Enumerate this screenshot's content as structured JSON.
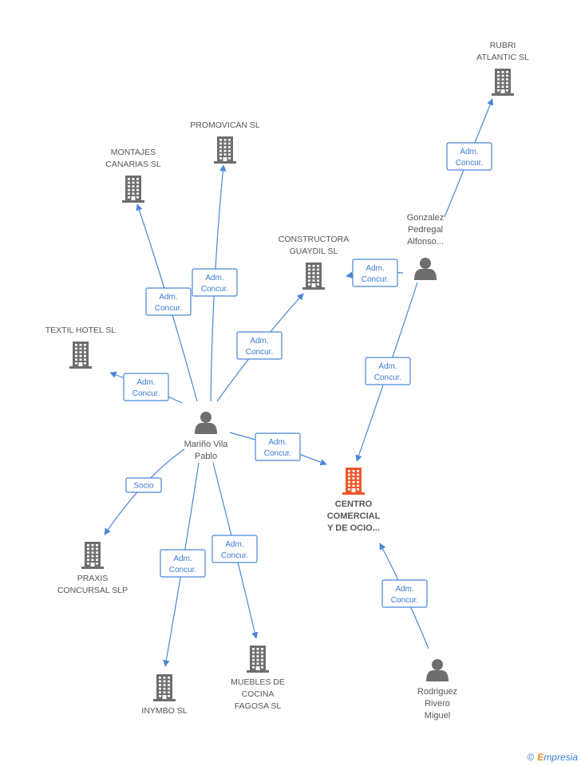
{
  "colors": {
    "edge": "#4a86d6",
    "building": "#6e6e6e",
    "building_main": "#f0572a",
    "person": "#6e6e6e"
  },
  "nodes": [
    {
      "id": "rubri",
      "kind": "company",
      "icon": "building-icon",
      "label": [
        "RUBRI",
        "ATLANTIC SL"
      ]
    },
    {
      "id": "promovican",
      "kind": "company",
      "icon": "building-icon",
      "label": [
        "PROMOVICAN SL"
      ]
    },
    {
      "id": "montajes",
      "kind": "company",
      "icon": "building-icon",
      "label": [
        "MONTAJES",
        "CANARIAS SL"
      ]
    },
    {
      "id": "constructora",
      "kind": "company",
      "icon": "building-icon",
      "label": [
        "CONSTRUCTORA",
        "GUAYDIL SL"
      ]
    },
    {
      "id": "textil",
      "kind": "company",
      "icon": "building-icon",
      "label": [
        "TEXTIL HOTEL SL"
      ]
    },
    {
      "id": "gonzalez",
      "kind": "person",
      "icon": "person-icon",
      "label": [
        "Gonzalez",
        "Pedregal",
        "Alfonso..."
      ]
    },
    {
      "id": "marino",
      "kind": "person",
      "icon": "person-icon",
      "label": [
        "Mariño Vila",
        "Pablo"
      ]
    },
    {
      "id": "centro",
      "kind": "main",
      "icon": "building-icon",
      "label": [
        "CENTRO",
        "COMERCIAL",
        "Y DE OCIO..."
      ]
    },
    {
      "id": "praxis",
      "kind": "company",
      "icon": "building-icon",
      "label": [
        "PRAXIS",
        "CONCURSAL  SLP"
      ]
    },
    {
      "id": "inymbo",
      "kind": "company",
      "icon": "building-icon",
      "label": [
        "INYMBO SL"
      ]
    },
    {
      "id": "muebles",
      "kind": "company",
      "icon": "building-icon",
      "label": [
        "MUEBLES DE",
        "COCINA",
        "FAGOSA SL"
      ]
    },
    {
      "id": "rodriguez",
      "kind": "person",
      "icon": "person-icon",
      "label": [
        "Rodriguez",
        "Rivero",
        "Miguel"
      ]
    }
  ],
  "edges": [
    {
      "from": "gonzalez",
      "to": "rubri",
      "label": [
        "Adm.",
        "Concur."
      ]
    },
    {
      "from": "gonzalez",
      "to": "constructora",
      "label": [
        "Adm.",
        "Concur."
      ]
    },
    {
      "from": "gonzalez",
      "to": "centro",
      "label": [
        "Adm.",
        "Concur."
      ]
    },
    {
      "from": "marino",
      "to": "montajes",
      "label": [
        "Adm.",
        "Concur."
      ]
    },
    {
      "from": "marino",
      "to": "promovican",
      "label": [
        "Adm.",
        "Concur."
      ]
    },
    {
      "from": "marino",
      "to": "constructora",
      "label": [
        "Adm.",
        "Concur."
      ]
    },
    {
      "from": "marino",
      "to": "textil",
      "label": [
        "Adm.",
        "Concur."
      ]
    },
    {
      "from": "marino",
      "to": "centro",
      "label": [
        "Adm.",
        "Concur."
      ]
    },
    {
      "from": "marino",
      "to": "praxis",
      "label": [
        "Socio"
      ]
    },
    {
      "from": "marino",
      "to": "inymbo",
      "label": [
        "Adm.",
        "Concur."
      ]
    },
    {
      "from": "marino",
      "to": "muebles",
      "label": [
        "Adm.",
        "Concur."
      ]
    },
    {
      "from": "rodriguez",
      "to": "centro",
      "label": [
        "Adm.",
        "Concur."
      ]
    }
  ],
  "footer": {
    "copyright": "©",
    "brand_initial": "E",
    "brand_rest": "mpresia"
  }
}
